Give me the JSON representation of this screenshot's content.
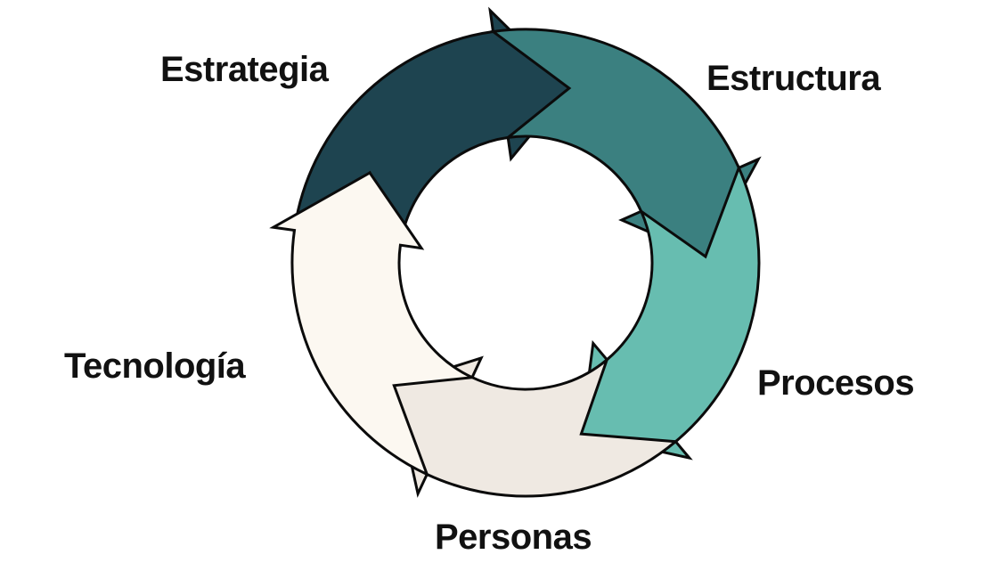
{
  "title": "Ciclo organizacional",
  "stages": [
    {
      "label": "Estrategia",
      "color": "#1e4450"
    },
    {
      "label": "Estructura",
      "color": "#3b8080"
    },
    {
      "label": "Procesos",
      "color": "#67bdb0"
    },
    {
      "label": "Personas",
      "color": "#efe9e2"
    },
    {
      "label": "Tecnología",
      "color": "#fcf8f1"
    }
  ]
}
